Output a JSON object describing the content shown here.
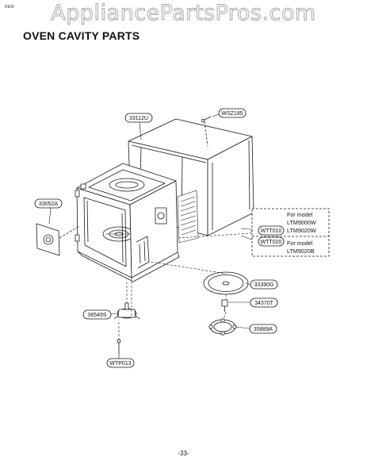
{
  "watermark": "AppliancePartsPros.com",
  "corner_mark": "REW",
  "title": "OVEN CAVITY PARTS",
  "page_number": "-33-",
  "callouts": {
    "c33112U": "33112U",
    "cWSZ185": "WSZ185",
    "c33052A": "33052A",
    "cWTT010": "WTT010",
    "cWTT020": "WTT020",
    "c33390G": "33390G",
    "c34370T": "34370T",
    "c36549S": "36549S",
    "c35889A": "35889A",
    "cWTP013": "WTP013"
  },
  "model_box": {
    "group1_heading": "For model",
    "group1_model_a": "LTM9000W",
    "group1_model_b": "LTM9020W",
    "group2_heading": "For model",
    "group2_model_a": "LTM9020B"
  },
  "colors": {
    "line": "#1a1a1a",
    "watermark_outline": "#a9a9a9",
    "background": "#ffffff"
  }
}
